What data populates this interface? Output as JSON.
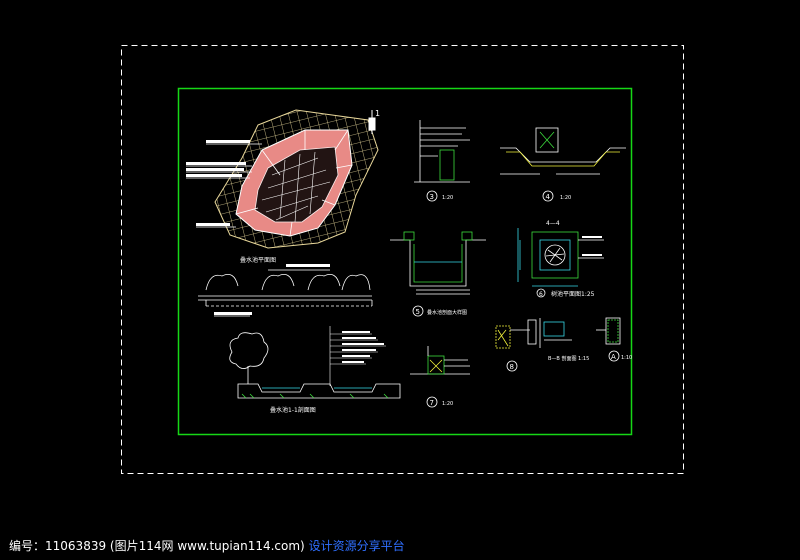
{
  "colors": {
    "background": "#000000",
    "frame_dashed": "#ffffff",
    "sheet_border": "#16d716",
    "grid": "#e8d79a",
    "paving_fill": "#e88a86",
    "line_white": "#ffffff",
    "line_green": "#3ddc3d",
    "line_yellow": "#f2f23a",
    "line_cyan": "#36d9e8",
    "line_red": "#ff3b30",
    "footer_text": "#ffffff",
    "footer_link": "#2f6fff"
  },
  "icons": [
    "section-marker-icon",
    "north-arrow-icon",
    "tree-symbol-icon"
  ],
  "drawing": {
    "labels": {
      "pond_plan_title": "叠水池平面图",
      "pond_section_title": "叠水池1-1剖面图",
      "detail_3_scale": "1:20",
      "detail_4_scale": "1:20",
      "detail_5_title": "叠水池剖面大样图",
      "detail_6_title": "树池平面图1:25",
      "detail_6_section": "4—4",
      "detail_7_scale": "1:20",
      "detail_8_title": "B—B 剖面图 1:15",
      "detail_a_scale": "1:10",
      "section_mark_1": "1",
      "marker_3": "3",
      "marker_4": "4",
      "marker_5": "5",
      "marker_6": "6",
      "marker_7": "7",
      "marker_8": "8",
      "marker_a": "A"
    }
  },
  "footer": {
    "id_label": "编号：",
    "id_value": "11063839",
    "source": "(图片114网 www.tupian114.com)",
    "link_text": "设计资源分享平台"
  }
}
